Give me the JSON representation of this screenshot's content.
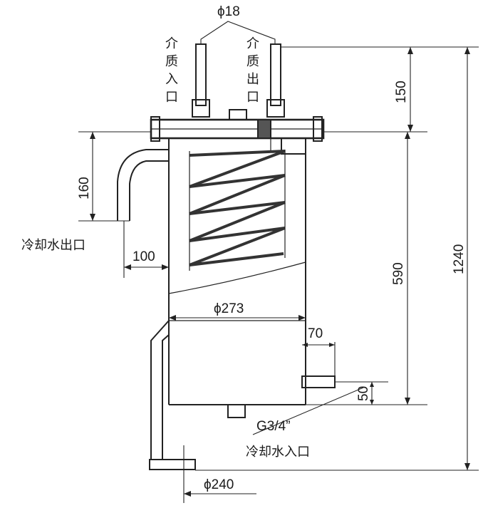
{
  "labels": {
    "medium_inlet": "介质入口",
    "medium_outlet": "介质出口",
    "cooling_water_outlet": "冷却水出口",
    "cooling_water_inlet": "冷却水入口",
    "thread_spec": "G3/4”"
  },
  "dimensions": {
    "pipe_dia": "ϕ18",
    "top_height": "150",
    "outlet_height": "160",
    "outlet_offset": "100",
    "body_dia": "ϕ273",
    "inner_height": "590",
    "total_height": "1240",
    "inlet_offset": "70",
    "inlet_height": "50",
    "base_dia": "ϕ240"
  },
  "colors": {
    "line": "#222222",
    "background": "#ffffff"
  }
}
